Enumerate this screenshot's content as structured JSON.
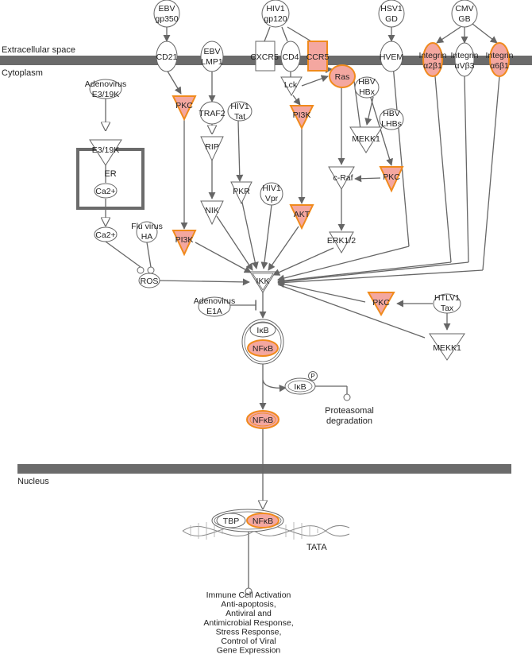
{
  "compartments": {
    "extracellular": "Extracellular space",
    "cytoplasm": "Cytoplasm",
    "nucleus": "Nucleus"
  },
  "colors": {
    "highlight_fill": "#f4a7a0",
    "highlight_stroke": "#f08a1c",
    "membrane": "#6b6b6b"
  },
  "nodes": {
    "ebv_gp350": [
      "EBV",
      "gp350"
    ],
    "hiv1_gp120": [
      "HIV1",
      "gp120"
    ],
    "hsv1_gd": [
      "HSV1",
      "GD"
    ],
    "cmv_gb": [
      "CMV",
      "GB"
    ],
    "cd21": "CD21",
    "cxcr5": "CXCR5",
    "cd4": "CD4",
    "ccr5": "CCR5",
    "hvem": "HVEM",
    "integrin_a2b1": [
      "Integrin",
      "α2β1"
    ],
    "integrin_avb3": [
      "Integrin",
      "αVβ3"
    ],
    "integrin_a6b1": [
      "Integrin",
      "α6β1"
    ],
    "adenovirus_e319k": [
      "Adenovirus",
      "E3/19K"
    ],
    "e319k": "E3/19K",
    "er": "ER",
    "ca2_er": "Ca2+",
    "ca2": "Ca2+",
    "flu_ha": [
      "Flu virus",
      "HA"
    ],
    "ros": "ROS",
    "ebv_lmp1": [
      "EBV",
      "LMP1"
    ],
    "pkc_1": "PKC",
    "traf2": "TRAF2",
    "hiv1_tat": [
      "HIV1",
      "Tat"
    ],
    "rip": "RIP",
    "nik": "NIK",
    "pkr": "PKR",
    "hiv1_vpr": [
      "HIV1",
      "Vpr"
    ],
    "lck": "Lck",
    "pi3k_1": "PI3K",
    "akt": "AKT",
    "ras": "Ras",
    "hbv_hbx": [
      "HBV",
      "HBx"
    ],
    "mekk1_1": "MEKK1",
    "hbv_lhbs": [
      "HBV",
      "LHBs"
    ],
    "craf": "c-Raf",
    "pkc_2": "PKC",
    "erk12": "ERK1/2",
    "pi3k_2": "PI3K",
    "ikk": "IKK",
    "adenovirus_e1a": [
      "Adenovirus",
      "E1A"
    ],
    "pkc_3": "PKC",
    "htlv1_tax": [
      "HTLV1",
      "Tax"
    ],
    "mekk1_2": "MEKK1",
    "ikb_1": "IκB",
    "nfkb_1": "NFκB",
    "ikb_2": "IκB",
    "p_badge": "P",
    "proteasomal": [
      "Proteasomal",
      "degradation"
    ],
    "nfkb_2": "NFκB",
    "tbp": "TBP",
    "nfkb_3": "NFκB",
    "tata": "TATA",
    "outcomes": [
      "Immune Cell Activation",
      "Anti-apoptosis,",
      "Antiviral and",
      "Antimicrobial Response,",
      "Stress Response,",
      "Control of Viral",
      "Gene Expression"
    ]
  }
}
